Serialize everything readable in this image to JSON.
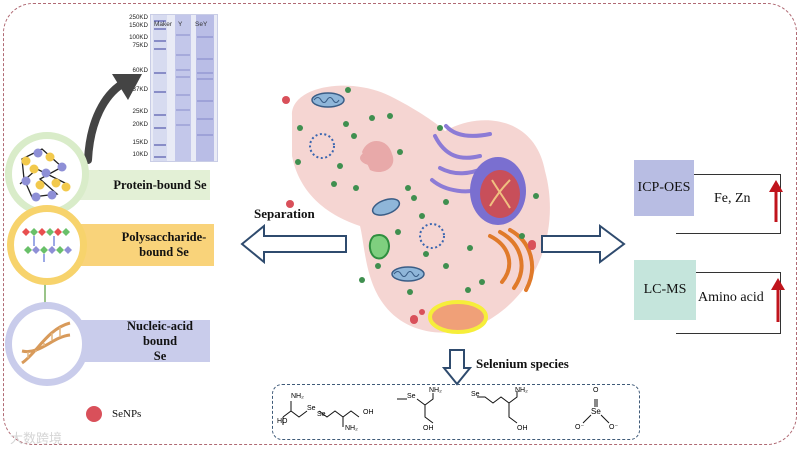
{
  "gel": {
    "headers": [
      "Maker",
      "Y",
      "SeY"
    ],
    "markers": [
      "250KD",
      "150KD",
      "100KD",
      "75KD",
      "60KD",
      "37KD",
      "25KD",
      "20KD",
      "15KD",
      "10KD"
    ]
  },
  "fractions": [
    {
      "label": "Protein-bound Se"
    },
    {
      "label": "Polysaccharide-\nbound Se"
    },
    {
      "label": "Nucleic-acid bound\nSe"
    }
  ],
  "separation_label": "Separation",
  "analysis": [
    {
      "method": "ICP-OES",
      "result": "Fe, Zn"
    },
    {
      "method": "LC-MS",
      "result": "Amino acid"
    }
  ],
  "species_label": "Selenium species",
  "legend": {
    "senps": "SeNPs"
  },
  "molecules": {
    "mol1": {
      "se1": "Se",
      "se2": "Se",
      "nh2a": "NH₂",
      "nh2b": "NH₂",
      "oh": "OH",
      "ho": "HO"
    },
    "mol2": {
      "se": "Se",
      "nh2": "NH₂",
      "oh": "OH"
    },
    "mol3": {
      "se": "Se",
      "nh2": "NH₂",
      "oh": "OH"
    },
    "mol4": {
      "se": "Se",
      "o1": "O",
      "o2": "O⁻",
      "o3": "O⁻"
    }
  },
  "watermark": "大数跨境",
  "colors": {
    "frame": "#b06a74",
    "protein_bar": "#e3f0d6",
    "polysaccharide_bar": "#f9d37a",
    "nucleic_bar": "#c9cceb",
    "icp_box": "#b8bde3",
    "lcms_box": "#c5e5dc",
    "arrow_up": "#c0141c",
    "senp": "#d9505a",
    "cell": "#f5d5d2"
  }
}
